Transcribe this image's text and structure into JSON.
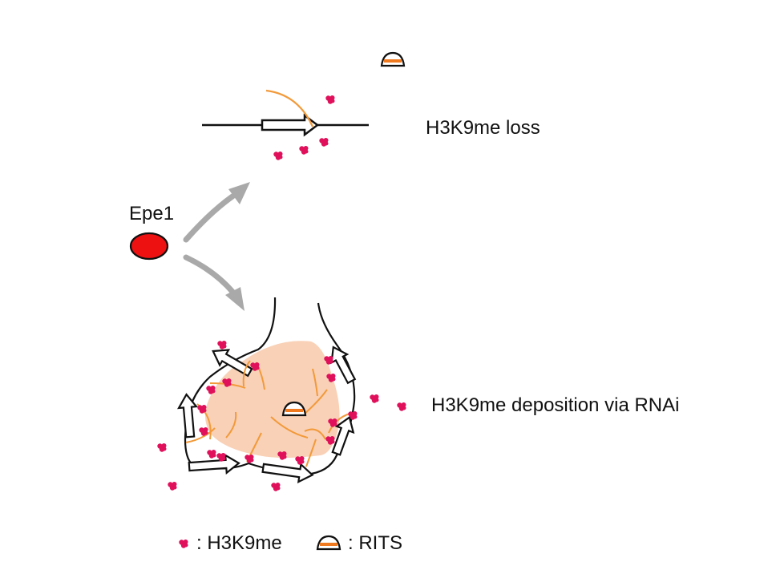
{
  "labels": {
    "top_state": "H3K9me loss",
    "bottom_state": "H3K9me deposition via RNAi",
    "protein": "Epe1"
  },
  "legend": {
    "h3k9me": ": H3K9me",
    "rits": ": RITS"
  },
  "colors": {
    "epe1_fill": "#ee1111",
    "h3k9me_mark": "#e0105a",
    "rna_strand": "#f29a3a",
    "rits_stripe": "#f07a20",
    "rna_cloud": "#f8c9aa",
    "arrow_gray": "#a9a9a9",
    "line": "#111111"
  },
  "icons": {
    "epe1": "red-oval-icon",
    "h3k9me": "pink-blob-icon",
    "rits": "half-dome-icon"
  }
}
